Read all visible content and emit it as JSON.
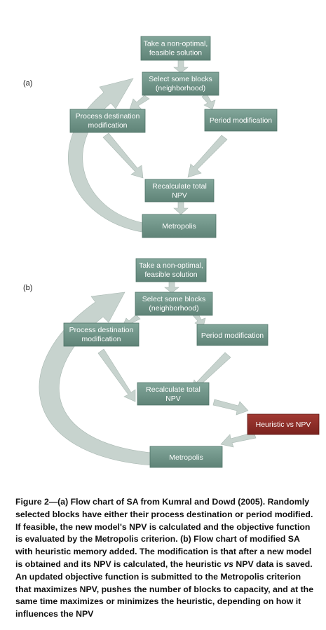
{
  "panel_a": {
    "label": "(a)",
    "nodes": {
      "start": [
        "Take a non-optimal,",
        "feasible solution"
      ],
      "select": [
        "Select some blocks",
        "(neighborhood)"
      ],
      "process": [
        "Process destination",
        "modification"
      ],
      "period": [
        "Period modification"
      ],
      "recalc": [
        "Recalculate total",
        "NPV"
      ],
      "metropolis": [
        "Metropolis"
      ]
    }
  },
  "panel_b": {
    "label": "(b)",
    "nodes": {
      "start": [
        "Take a non-optimal,",
        "feasible solution"
      ],
      "select": [
        "Select some blocks",
        "(neighborhood)"
      ],
      "process": [
        "Process destination",
        "modification"
      ],
      "period": [
        "Period modification"
      ],
      "recalc": [
        "Recalculate total",
        "NPV"
      ],
      "heuristic": [
        "Heuristic vs NPV"
      ],
      "metropolis": [
        "Metropolis"
      ]
    }
  },
  "colors": {
    "node_fill": "#6f9589",
    "node_stroke": "#4f7468",
    "highlight_fill": "#8c2a25",
    "arrow": "#c7d3ce",
    "arrow_edge": "#a9b8b2"
  },
  "caption": {
    "prefix": "Figure 2—",
    "part1": "(a) Flow chart of SA from Kumral and Dowd (2005). Randomly selected blocks have either their process destination or period modified. If feasible, the new model's NPV is calculated and the objective function is evaluated by the Metropolis criterion. (b) Flow chart of modified SA with heuristic memory added. The modification is that after a new model is obtained and its NPV is calculated, the heuristic ",
    "vs": "vs",
    "part2": " NPV data is saved. An updated objective function is submitted to the Metropolis criterion that maximizes NPV, pushes the number of blocks to capacity, and at the same time maximizes or minimizes the heuristic, depending on how it influences the NPV"
  }
}
